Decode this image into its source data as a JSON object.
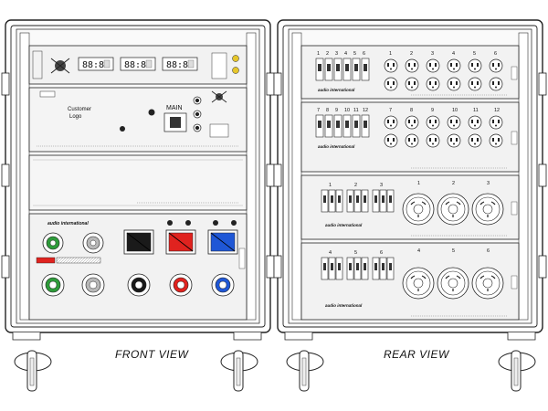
{
  "front": {
    "view_label": "FRONT VIEW",
    "customer_text": "Customer",
    "logo_text": "Logo",
    "main_label": "MAIN",
    "meter_values": [
      "88:88",
      "88:88",
      "88:88"
    ],
    "brand_text": "audio international",
    "mid_panel": "blank",
    "bottom_panel": {
      "top_row": [
        {
          "kind": "round",
          "color": "#2e9b3a"
        },
        {
          "kind": "round",
          "color": "#b8b8b8"
        },
        {
          "kind": "block",
          "color": "#1a1a1a"
        },
        {
          "kind": "block",
          "color": "#e0231f"
        },
        {
          "kind": "block",
          "color": "#1f57d6"
        }
      ],
      "bottom_row": [
        {
          "kind": "powercon",
          "color": "#2e9b3a"
        },
        {
          "kind": "powercon",
          "color": "#b8b8b8"
        },
        {
          "kind": "powercon",
          "color": "#1a1a1a"
        },
        {
          "kind": "powercon",
          "color": "#e0231f"
        },
        {
          "kind": "powercon",
          "color": "#1f57d6"
        }
      ]
    }
  },
  "rear": {
    "view_label": "REAR  VIEW",
    "brand_text": "audio international",
    "panels": [
      {
        "breaker_labels": [
          "1",
          "2",
          "3",
          "4",
          "5",
          "6"
        ],
        "outlet_labels": [
          "1",
          "2",
          "3",
          "4",
          "5",
          "6"
        ],
        "type": "edison"
      },
      {
        "breaker_labels": [
          "7",
          "8",
          "9",
          "10",
          "11",
          "12"
        ],
        "outlet_labels": [
          "7",
          "8",
          "9",
          "10",
          "11",
          "12"
        ],
        "type": "edison"
      },
      {
        "breaker_labels": [
          "1",
          "2",
          "3"
        ],
        "twistlock_labels": [
          "1",
          "2",
          "3"
        ],
        "type": "twistlock"
      },
      {
        "breaker_labels": [
          "4",
          "5",
          "6"
        ],
        "twistlock_labels": [
          "4",
          "5",
          "6"
        ],
        "type": "twistlock"
      }
    ]
  },
  "colors": {
    "line": "#222222",
    "panel_gray": "#efefef",
    "accent_cyan": "#39b6d8",
    "led_yellow": "#e6c62b"
  }
}
